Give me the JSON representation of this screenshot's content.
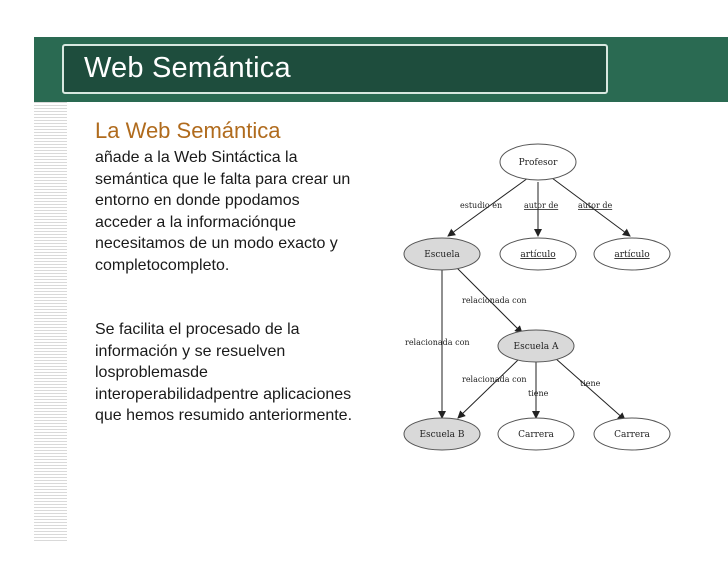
{
  "slide": {
    "title": "Web Semántica",
    "subtitle": "La Web Semántica",
    "paragraph1": "añade a la Web Sintáctica la semántica que le falta para crear un entorno en donde ppodamos acceder a la informaciónque necesitamos de un modo exacto y completocompleto.",
    "paragraph2": "Se facilita el procesado de la información y se resuelven losproblemasde interoperabilidadpentre aplicaciones que hemos resumido anteriormente."
  },
  "diagram": {
    "nodes": {
      "profesor": "Profesor",
      "escuela": "Escuela",
      "articulo1": "artículo",
      "articulo2": "artículo",
      "escuela_a": "Escuela A",
      "escuela_b": "Escuela B",
      "carrera1": "Carrera",
      "carrera2": "Carrera"
    },
    "edges": {
      "estudio_en": "estudio en",
      "autor_de_1": "autor de",
      "autor_de_2": "autor de",
      "relacionada_con_1": "relacionada con",
      "relacionada_con_2": "relacionada con",
      "relacionada_con_3": "relacionada con",
      "tiene_1": "tiene",
      "tiene_2": "tiene"
    }
  },
  "colors": {
    "title_bar": "#1e4d3d",
    "band": "#2a6a52",
    "subtitle": "#b06b1d",
    "node_gray": "#d9d9d9"
  }
}
